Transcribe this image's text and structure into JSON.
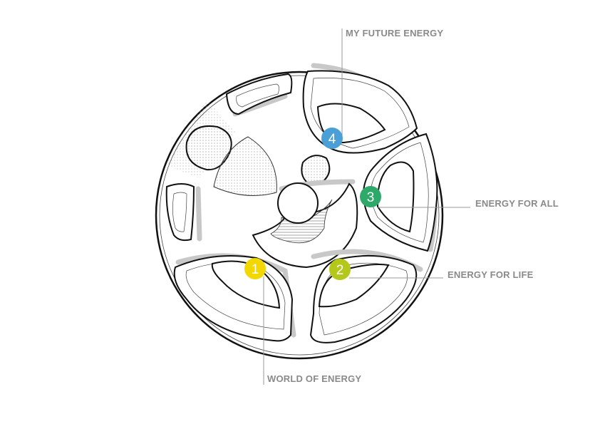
{
  "diagram": {
    "title": "Energy wheel",
    "markers": [
      {
        "number": "1",
        "label": "WORLD OF ENERGY",
        "color": "#f2d800"
      },
      {
        "number": "2",
        "label": "ENERGY FOR LIFE",
        "color": "#b3c81a"
      },
      {
        "number": "3",
        "label": "ENERGY FOR ALL",
        "color": "#2fa96a"
      },
      {
        "number": "4",
        "label": "MY FUTURE ENERGY",
        "color": "#4a9fd6"
      }
    ]
  }
}
